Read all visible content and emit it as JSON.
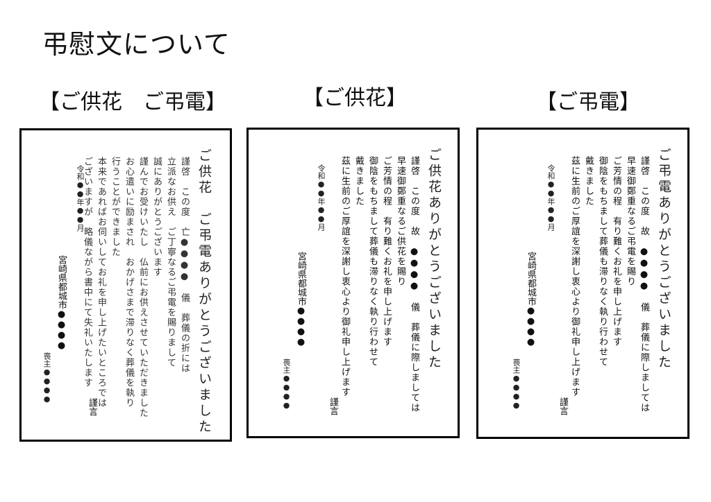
{
  "page": {
    "title": "弔慰文について"
  },
  "sections": [
    {
      "heading": "【ご供花　ご弔電】",
      "card": {
        "title": "ご供花　ご弔電ありがとうございました",
        "lines": [
          "謹啓　この度　亡●●●●　儀　葬儀の折には",
          "立派なお供え　ご丁寧なるご弔電を賜りまして",
          "誠にありがとうございます",
          "謹んでお受けいたし　仏前にお供えさせていただきました",
          "お心遣いに励まされ　おかげさまで滞りなく葬儀を執り",
          "行うことができました",
          "本来であればお伺いしてお礼を申し上げたいところでは",
          "ございますが　略儀ながら書中にて失礼いたします"
        ],
        "closing": "謹言",
        "date": "令和●●年●●月",
        "address": "宮崎県都城市●●●●",
        "chief_mourner": "喪主●●●●"
      }
    },
    {
      "heading": "【ご供花】",
      "card": {
        "title": "ご供花ありがとうございました",
        "lines": [
          "謹啓　この度　故　●●●●　儀　葬儀に際しましては",
          "早速御鄭重なるご供花を賜り",
          "ご芳情の程　有り難くお礼を申し上げます",
          "御陰をもちまして葬儀も滞りなく執り行わせて",
          "戴きました",
          "茲に生前のご厚誼を深謝し衷心より御礼申し上げます"
        ],
        "closing": "謹言",
        "date": "令和●●年●●月",
        "address": "宮崎県都城市●●●●",
        "chief_mourner": "喪主●●●●"
      }
    },
    {
      "heading": "【ご弔電】",
      "card": {
        "title": "ご弔電ありがとうございました",
        "lines": [
          "謹啓　この度　故　●●●●　儀　葬儀に際しましては",
          "早速御鄭重なるご弔電を賜り",
          "ご芳情の程　有り難くお礼を申し上げます",
          "御陰をもちまして葬儀も滞りなく執り行わせて",
          "戴きました",
          "茲に生前のご厚誼を深謝し衷心より御礼申し上げます"
        ],
        "closing": "謹言",
        "date": "令和●●年●●月",
        "address": "宮崎県都城市●●●●",
        "chief_mourner": "喪主●●●●"
      }
    }
  ]
}
